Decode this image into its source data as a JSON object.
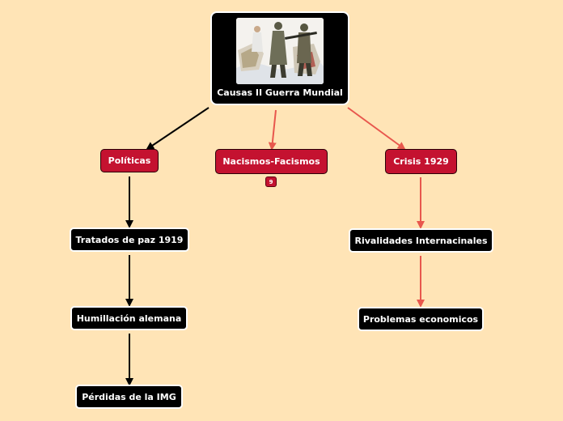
{
  "root": {
    "label": "Causas II Guerra Mundial",
    "image": "soldiers-winter-illustration"
  },
  "nodes": {
    "politicas": "Políticas",
    "nacismos": "Nacismos-Facismos",
    "crisis": "Crisis 1929",
    "tratados": "Tratados de paz 1919",
    "humillacion": "Humillación alemana",
    "perdidas": "Pérdidas de la IMG",
    "rivalidades": "Rivalidades Internacinales",
    "problemas": "Problemas economicos"
  },
  "badge": {
    "count": "9"
  },
  "colors": {
    "background": "#ffe4b6",
    "red_node": "#c41230",
    "black_node": "#000000",
    "red_connector": "#e8574d",
    "black_connector": "#000000"
  }
}
